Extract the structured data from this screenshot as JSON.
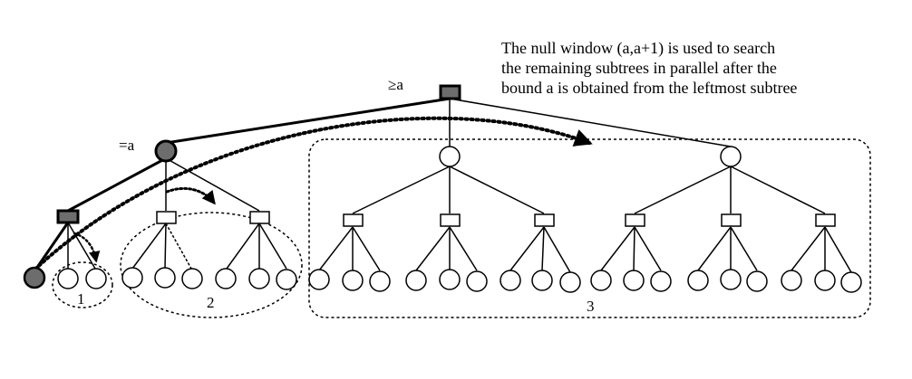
{
  "caption": {
    "line1": "The null window (a,a+1) is used to search",
    "line2": "the remaining subtrees in parallel after the",
    "line3": "bound a is obtained from the leftmost subtree"
  },
  "labels": {
    "root_bound": "≥a",
    "left_child_value": "=a"
  },
  "regions": {
    "r1": "1",
    "r2": "2",
    "r3": "3"
  },
  "colors": {
    "filled_node": "#6d6d6d",
    "line": "#000000",
    "background": "#ffffff"
  }
}
